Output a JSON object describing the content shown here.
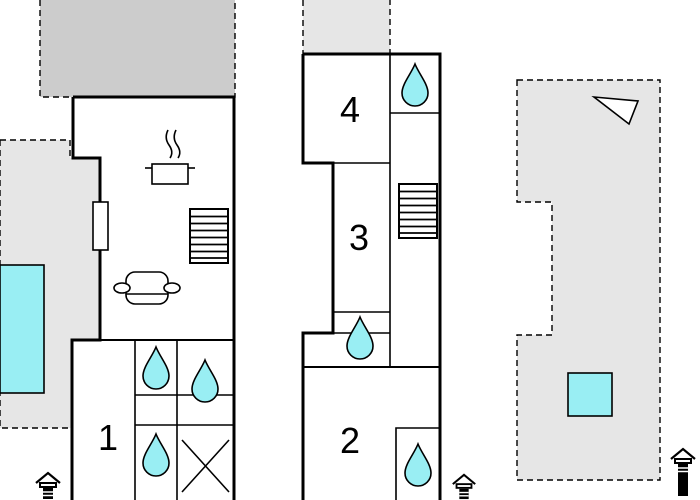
{
  "floor_plan": {
    "colors": {
      "outdoor_area": "#e6e6e6",
      "garage_roof": "#cccccc",
      "pool_water": "#99eef3",
      "water_drop": "#99eef3",
      "wall": "#000000",
      "background": "#ffffff"
    },
    "rooms": [
      {
        "label": "1"
      },
      {
        "label": "2"
      },
      {
        "label": "3"
      },
      {
        "label": "4"
      }
    ],
    "icons": [
      "kitchen-pot-icon",
      "armchair-icon",
      "stairs-icon",
      "fireplace-icon",
      "water-drop-icon",
      "entrance-house-icon",
      "north-arrow-icon",
      "closet-cross-icon",
      "pool"
    ]
  }
}
